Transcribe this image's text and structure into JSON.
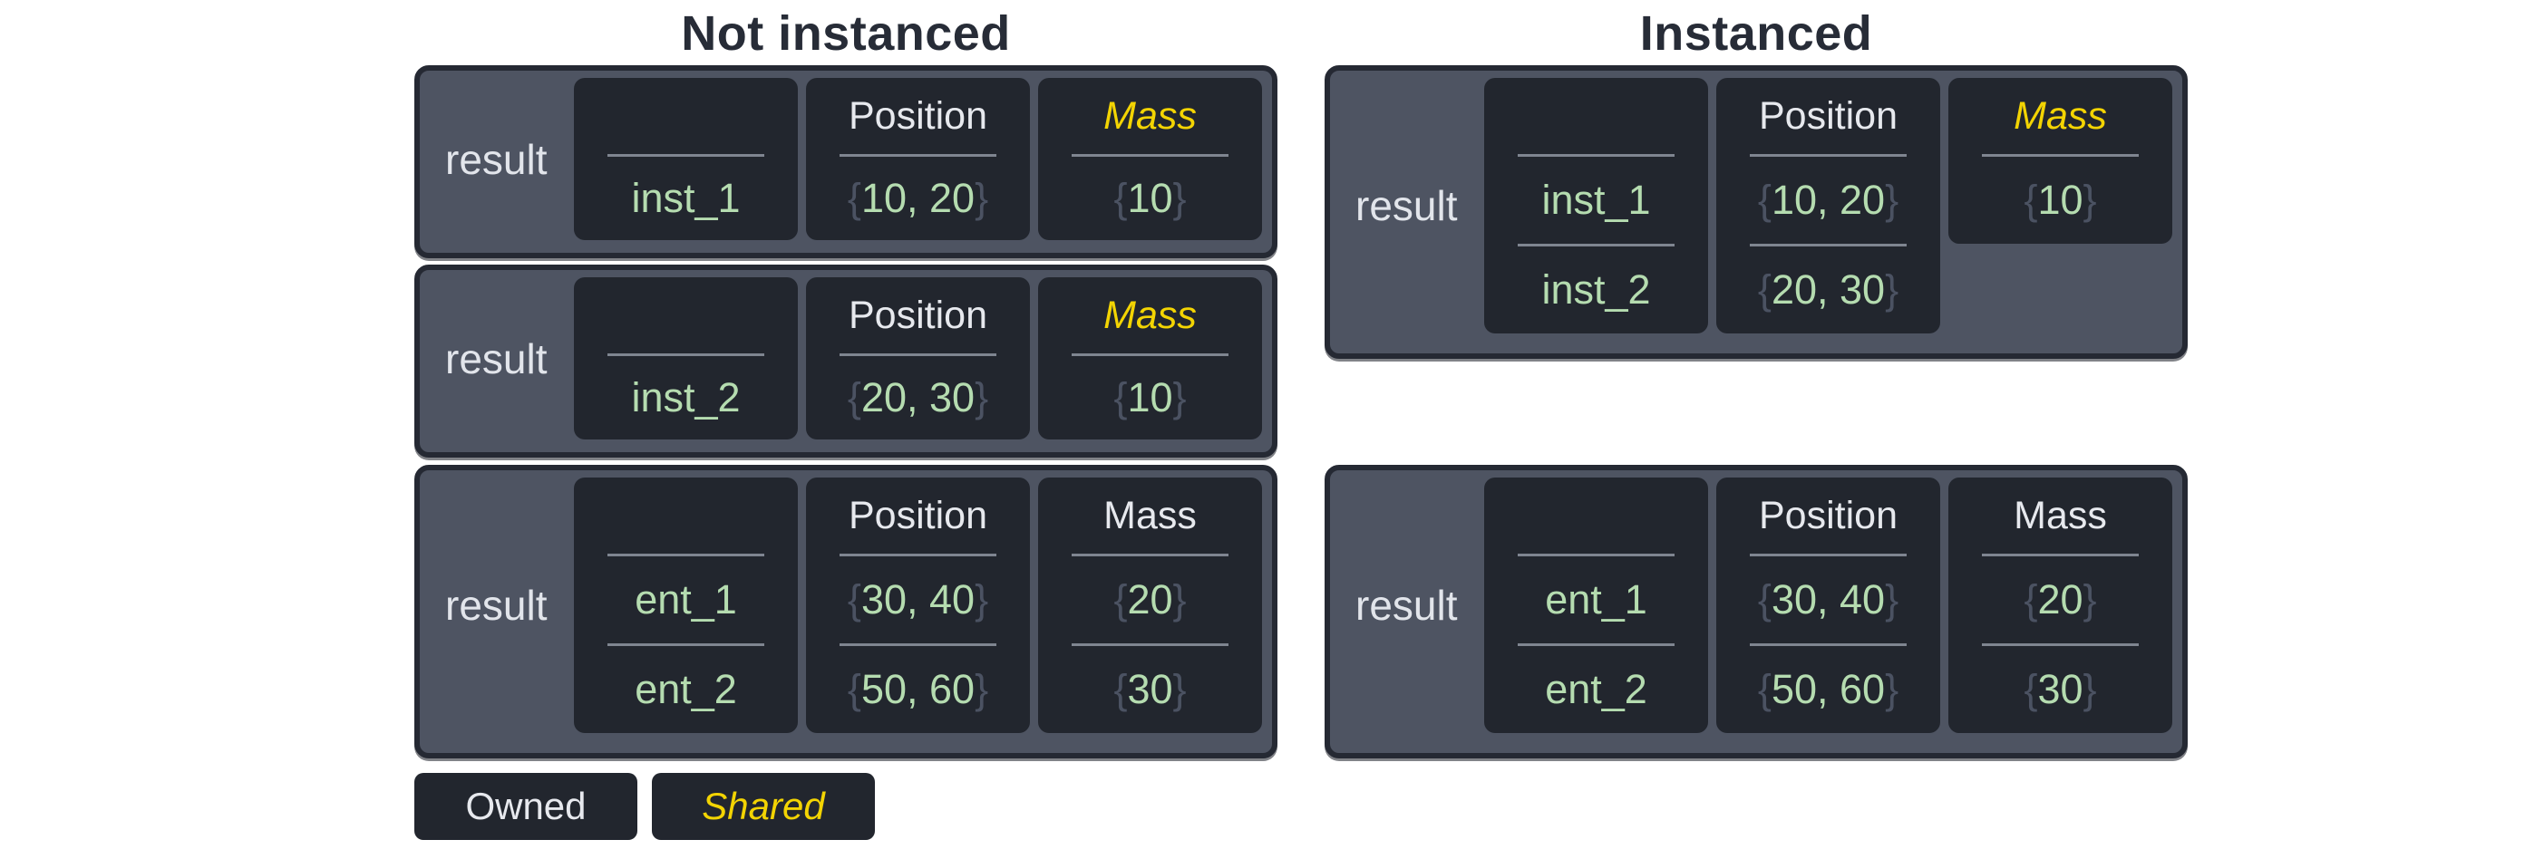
{
  "titles": {
    "left": "Not instanced",
    "right": "Instanced"
  },
  "boxes": {
    "l1": {
      "result": "result",
      "cells": [
        {
          "header": "",
          "rows": [
            "inst_1"
          ]
        },
        {
          "header": "Position",
          "rows": [
            "{10, 20}"
          ]
        },
        {
          "header": "Mass",
          "shared": true,
          "rows": [
            "{10}"
          ]
        }
      ]
    },
    "l2": {
      "result": "result",
      "cells": [
        {
          "header": "",
          "rows": [
            "inst_2"
          ]
        },
        {
          "header": "Position",
          "rows": [
            "{20, 30}"
          ]
        },
        {
          "header": "Mass",
          "shared": true,
          "rows": [
            "{10}"
          ]
        }
      ]
    },
    "l3": {
      "result": "result",
      "cells": [
        {
          "header": "",
          "rows": [
            "ent_1",
            "ent_2"
          ]
        },
        {
          "header": "Position",
          "rows": [
            "{30, 40}",
            "{50, 60}"
          ]
        },
        {
          "header": "Mass",
          "shared": false,
          "rows": [
            "{20}",
            "{30}"
          ]
        }
      ]
    },
    "r1": {
      "result": "result",
      "cells": [
        {
          "header": "",
          "rows": [
            "inst_1",
            "inst_2"
          ]
        },
        {
          "header": "Position",
          "rows": [
            "{10, 20}",
            "{20, 30}"
          ]
        },
        {
          "header": "Mass",
          "shared": true,
          "rows": [
            "{10}"
          ]
        }
      ]
    },
    "r2": {
      "result": "result",
      "cells": [
        {
          "header": "",
          "rows": [
            "ent_1",
            "ent_2"
          ]
        },
        {
          "header": "Position",
          "rows": [
            "{30, 40}",
            "{50, 60}"
          ]
        },
        {
          "header": "Mass",
          "shared": false,
          "rows": [
            "{20}",
            "{30}"
          ]
        }
      ]
    }
  },
  "legend": {
    "owned": "Owned",
    "shared": "Shared"
  },
  "colors": {
    "shared_yellow": "#f3d403",
    "value_green": "#b5dcb0",
    "brace_gray": "#4b5262",
    "box_slate": "#4e5462",
    "cell_dark": "#22262e",
    "border_dark": "#252933",
    "text_light": "#e7e9ee",
    "divider_gray": "#7f8590",
    "title_dark": "#272c37"
  }
}
